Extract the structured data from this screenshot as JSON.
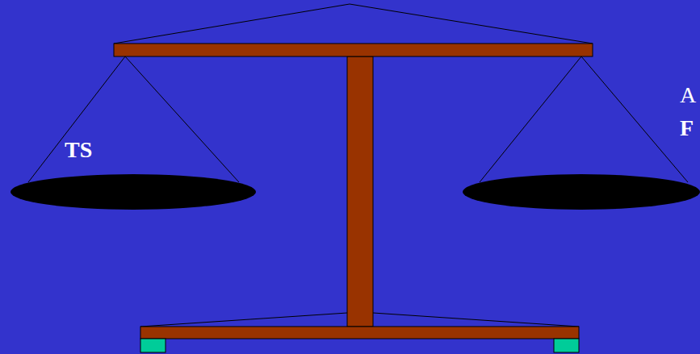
{
  "diagram": {
    "labels": [
      "TS",
      "A",
      "F"
    ]
  }
}
